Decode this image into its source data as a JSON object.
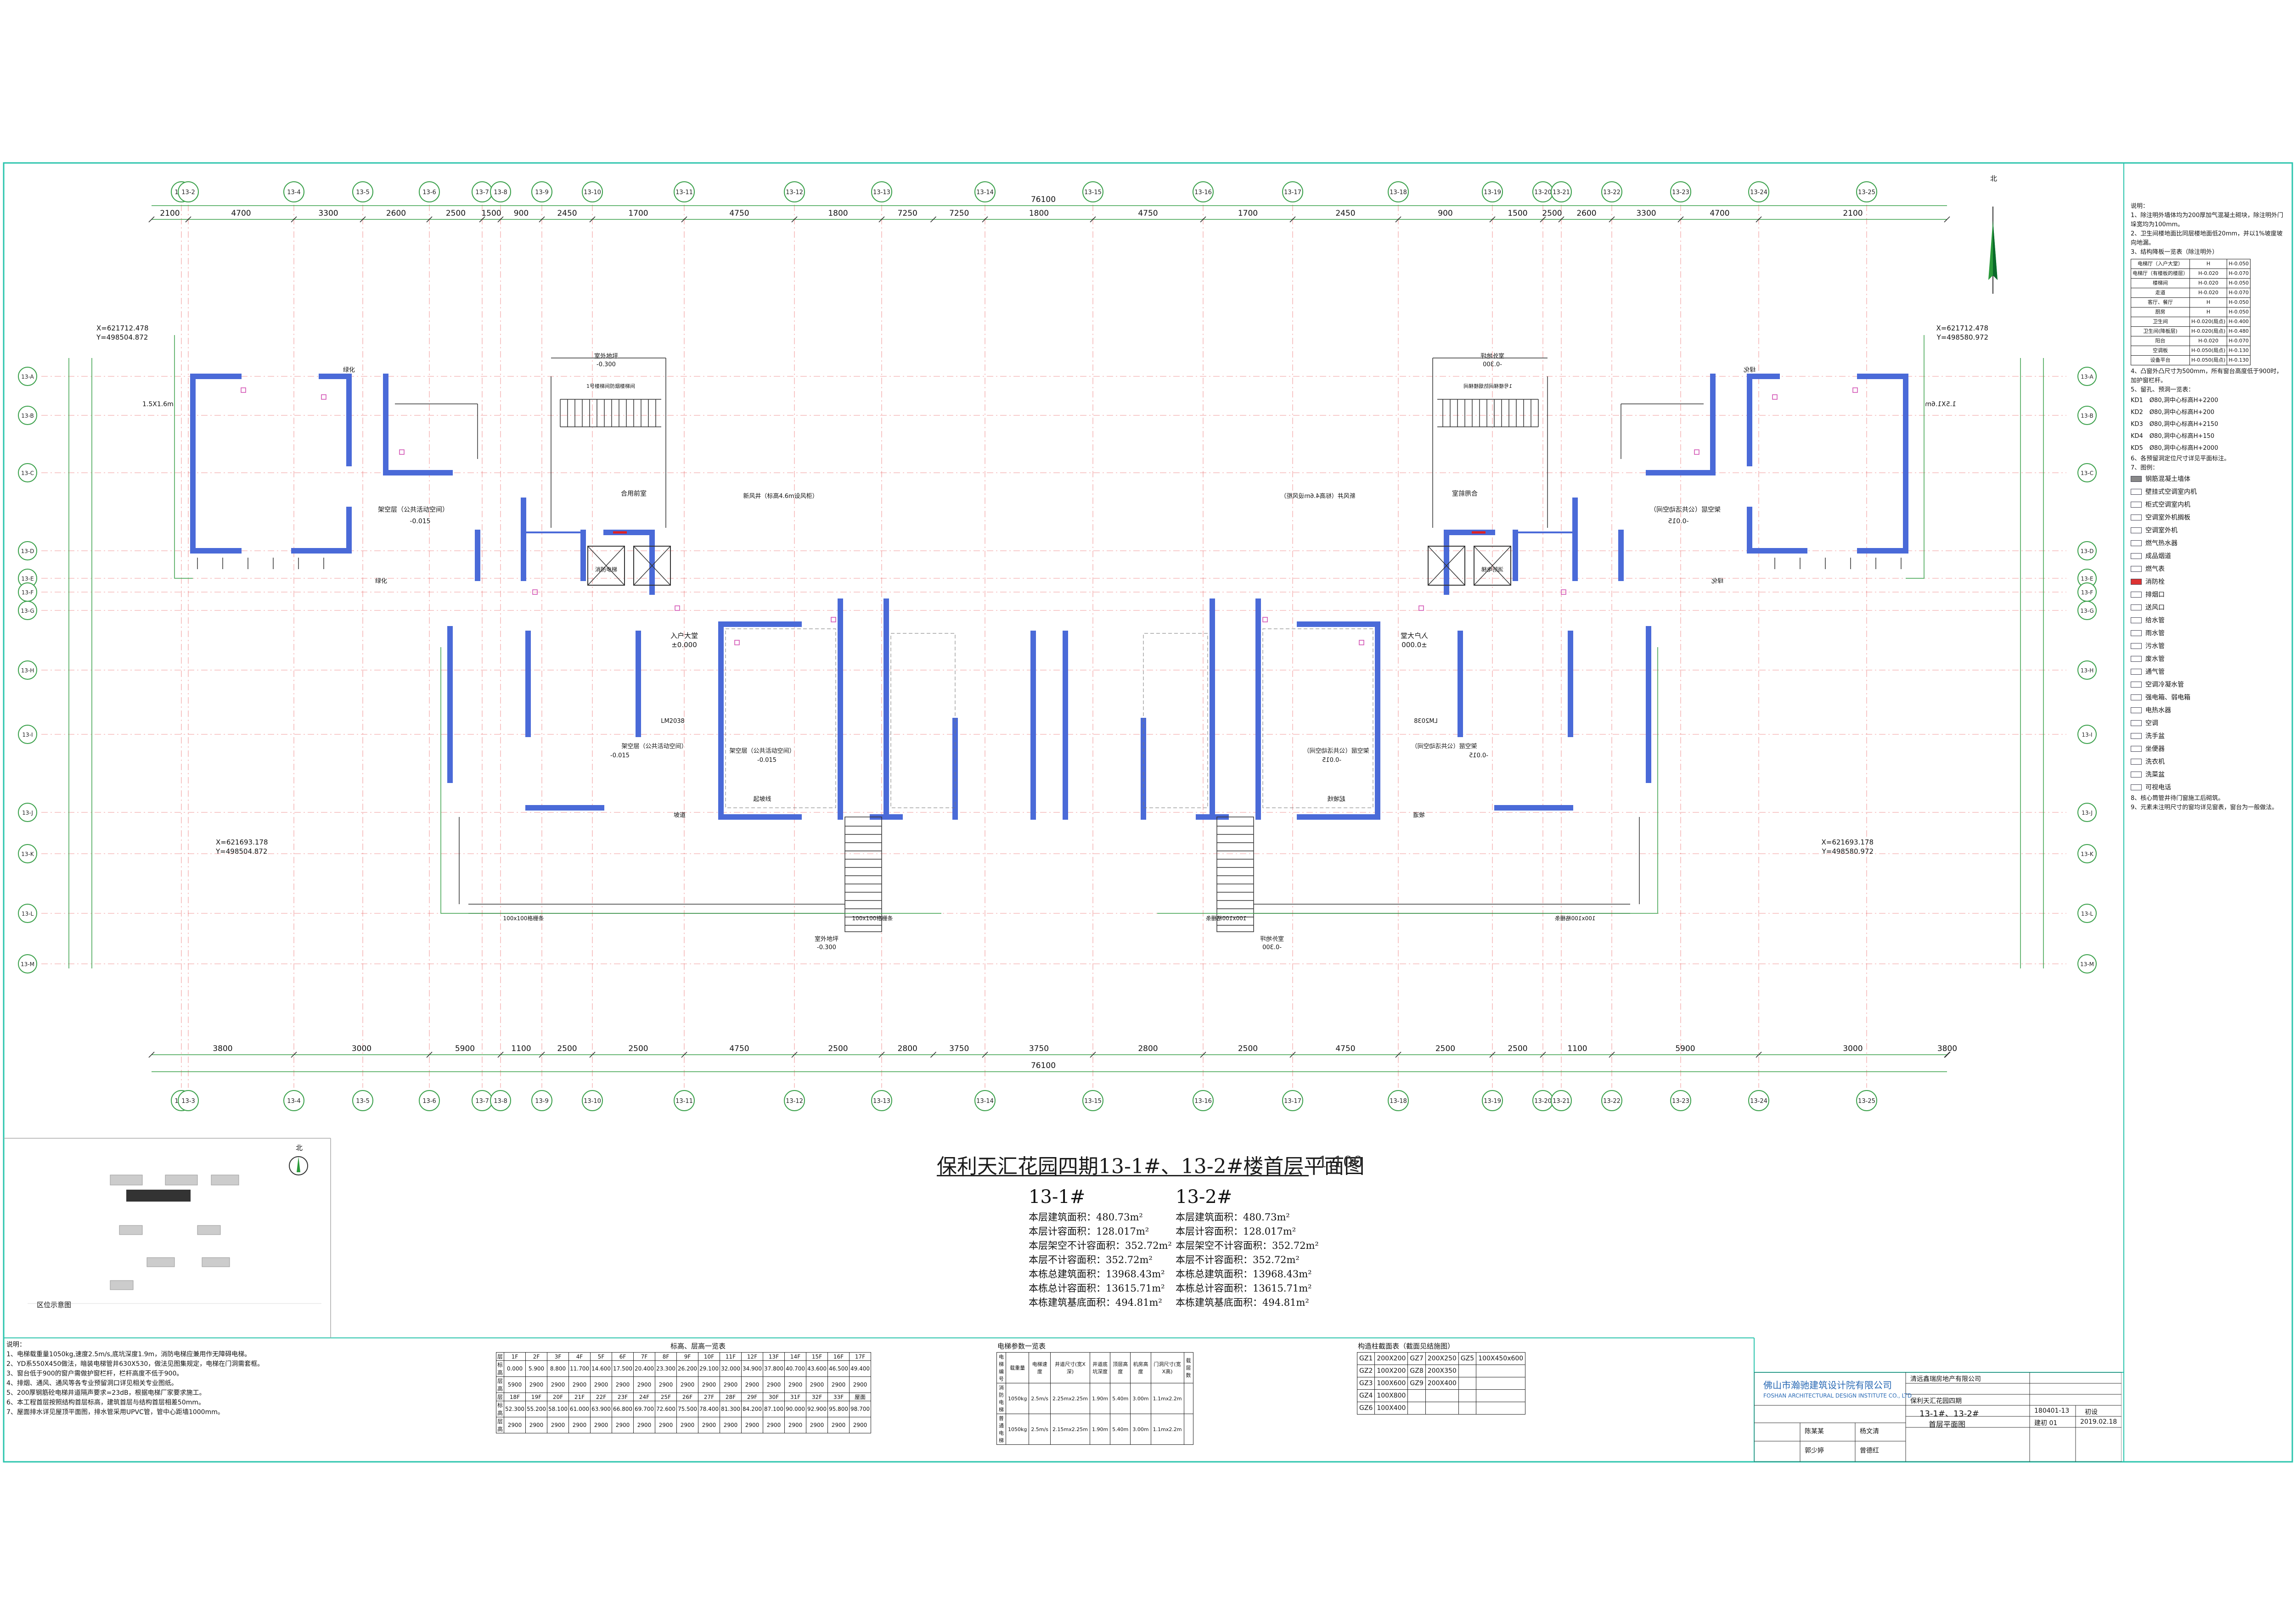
{
  "title": {
    "main": "保利天汇花园四期13-1#、13-2#楼首层平面图",
    "scale": "1:100"
  },
  "buildings": [
    {
      "name": "13-1#",
      "lines": [
        "本层建筑面积：480.73m²",
        "本层计容面积：128.017m²",
        "本层架空不计容面积：352.72m²",
        "本层不计容面积：352.72m²",
        "本栋总建筑面积：13968.43m²",
        "本栋总计容面积：13615.71m²",
        "本栋建筑基底面积：494.81m²"
      ]
    },
    {
      "name": "13-2#",
      "lines": [
        "本层建筑面积：480.73m²",
        "本层计容面积：128.017m²",
        "本层架空不计容面积：352.72m²",
        "本层不计容面积：352.72m²",
        "本栋总建筑面积：13968.43m²",
        "本栋总计容面积：13615.71m²",
        "本栋建筑基底面积：494.81m²"
      ]
    }
  ],
  "plan": {
    "total_dim": "76100",
    "top_dims": [
      "2100",
      "4700",
      "3300",
      "2600",
      "2500",
      "1500",
      "900",
      "2450",
      "1700",
      "4750",
      "1800",
      "7250",
      "7250",
      "1800",
      "4750",
      "1700",
      "2450",
      "900",
      "1500",
      "2500",
      "2600",
      "3300",
      "4700",
      "2100"
    ],
    "bottom_dims": [
      "3800",
      "3000",
      "5900",
      "1100",
      "2500",
      "2500",
      "4750",
      "2500",
      "2800",
      "3750",
      "3750",
      "2800",
      "2500",
      "4750",
      "2500",
      "2500",
      "1100",
      "5900",
      "3000",
      "3800"
    ],
    "axis_top": [
      "13-1",
      "13-2",
      "13-4",
      "13-5",
      "13-6",
      "13-7",
      "13-8",
      "13-9",
      "13-10",
      "13-11",
      "13-12",
      "13-13",
      "13-14",
      "13-15",
      "13-16",
      "13-17",
      "13-18",
      "13-19",
      "13-20",
      "13-21",
      "13-22",
      "13-23",
      "13-24",
      "13-25"
    ],
    "axis_bottom": [
      "13-1",
      "13-3",
      "13-4",
      "13-5",
      "13-6",
      "13-7",
      "13-8",
      "13-9",
      "13-10",
      "13-11",
      "13-12",
      "13-13",
      "13-14",
      "13-15",
      "13-16",
      "13-17",
      "13-18",
      "13-19",
      "13-20",
      "13-21",
      "13-22",
      "13-23",
      "13-24",
      "13-25"
    ],
    "axis_left": [
      "13-A",
      "13-B",
      "13-C",
      "13-D",
      "13-E",
      "13-F",
      "13-G",
      "13-H",
      "13-I",
      "13-J",
      "13-K",
      "13-L",
      "13-M"
    ],
    "coords": {
      "tl": [
        "X=621712.478",
        "Y=498504.872"
      ],
      "tr": [
        "X=621712.478",
        "Y=498580.972"
      ],
      "bl": [
        "X=621693.178",
        "Y=498504.872"
      ],
      "br": [
        "X=621693.178",
        "Y=498580.972"
      ]
    },
    "room_labels": {
      "void_left": "架空层（公共活动空间）",
      "void_elev": "-0.015",
      "entrance": "入户大堂",
      "entrance_elev": "±0.000",
      "fire_room": "合用前室",
      "elevator": "消防电梯",
      "stair": "1号楼梯间防烟楼梯间",
      "fan_duct": "新风井（标高4.6m设风柜）",
      "outdoor": "室外地坪",
      "outdoor_elev": "-0.300",
      "greenery": "绿化",
      "windbox": "1.5X1.6m",
      "lm": "LM2038",
      "slope": "坡道",
      "grill": "100x100格栅条",
      "edge": "起坡线"
    }
  },
  "right_notes": {
    "heading": "说明：",
    "items": [
      "1、除注明外墙体均为200厚加气混凝土砌块，除注明外门垛宽均为100mm。",
      "2、卫生间楼地面比同层楼地面低20mm，并以1%坡度坡向地漏。",
      "3、结构降板一览表（除注明外）",
      "4、凸窗外凸尺寸为500mm，所有窗台高度低于900时，加护窗栏杆。",
      "5、留孔、预洞一览表：",
      "6、各预留洞定位尺寸详见平面标注。",
      "7、图例："
    ],
    "levels": [
      [
        "电梯厅（入户大堂）",
        "H",
        "H-0.050"
      ],
      [
        "电梯厅（有楼板的楼层）",
        "H-0.020",
        "H-0.070"
      ],
      [
        "楼梯间",
        "H-0.020",
        "H-0.050"
      ],
      [
        "走道",
        "H-0.020",
        "H-0.070"
      ],
      [
        "客厅、餐厅",
        "H",
        "H-0.050"
      ],
      [
        "厨房",
        "H",
        "H-0.050"
      ],
      [
        "卫生间",
        "H-0.020(局点)",
        "H-0.400"
      ],
      [
        "卫生间(降板层)",
        "H-0.020(局点)",
        "H-0.480"
      ],
      [
        "阳台",
        "H-0.020",
        "H-0.070"
      ],
      [
        "空调板",
        "H-0.050(局点)",
        "H-0.130"
      ],
      [
        "设备平台",
        "H-0.050(局点)",
        "H-0.130"
      ]
    ],
    "holes": [
      [
        "KD1",
        "Ø80,洞中心标高H+2200"
      ],
      [
        "KD2",
        "Ø80,洞中心标高H+200"
      ],
      [
        "KD3",
        "Ø80,洞中心标高H+2150"
      ],
      [
        "KD4",
        "Ø80,洞中心标高H+150"
      ],
      [
        "KD5",
        "Ø80,洞中心标高H+2000"
      ]
    ],
    "legend": [
      "钢筋混凝土墙体",
      "壁挂式空调室内机",
      "柜式空调室内机",
      "空调室外机搁板",
      "空调室外机",
      "燃气热水器",
      "成品烟道",
      "燃气表",
      "消防栓",
      "排烟口",
      "送风口",
      "给水管",
      "雨水管",
      "污水管",
      "废水管",
      "通气管",
      "空调冷凝水管",
      "强电箱、弱电箱",
      "电热水器",
      "空调",
      "洗手盆",
      "坐便器",
      "洗衣机",
      "洗菜盆",
      "可视电话"
    ],
    "footer_notes": [
      "8、核心筒管井待门窗施工后砌筑。",
      "9、元素未注明尺寸的窗均详见窗表，窗台为一般做法。"
    ]
  },
  "bottom_notes": {
    "heading": "说明：",
    "items": [
      "1、电梯载重量1050kg,速度2.5m/s,底坑深度1.9m，消防电梯应兼用作无障碍电梯。",
      "2、YD系550X450做法，暗装电梯管井630X530，做法见图集规定，电梯在门洞需套框。",
      "3、窗台低于900的窗户需做护窗栏杆，栏杆高度不低于900。",
      "4、排烟、通风、通风等各专业预留洞口详见相关专业图纸。",
      "5、200厚钢筋砼电梯井道隔声要求=23dB，根据电梯厂家要求施工。",
      "6、本工程首层按照结构首层标高，建筑首层与结构首层相差50mm。",
      "7、屋面排水详见屋顶平面图，排水管采用UPVC管，管中心距墙1000mm。"
    ]
  },
  "tables": {
    "floor_heading": "标高、层高一览表",
    "floors_row1": [
      "层",
      "1F",
      "2F",
      "3F",
      "4F",
      "5F",
      "6F",
      "7F",
      "8F",
      "9F",
      "10F",
      "11F",
      "12F",
      "13F",
      "14F",
      "15F",
      "16F",
      "17F"
    ],
    "elev_row1": [
      "标高",
      "0.000",
      "5.900",
      "8.800",
      "11.700",
      "14.600",
      "17.500",
      "20.400",
      "23.300",
      "26.200",
      "29.100",
      "32.000",
      "34.900",
      "37.800",
      "40.700",
      "43.600",
      "46.500",
      "49.400"
    ],
    "height_row1": [
      "层高",
      "5900",
      "2900",
      "2900",
      "2900",
      "2900",
      "2900",
      "2900",
      "2900",
      "2900",
      "2900",
      "2900",
      "2900",
      "2900",
      "2900",
      "2900",
      "2900",
      "2900"
    ],
    "floors_row2": [
      "层",
      "18F",
      "19F",
      "20F",
      "21F",
      "22F",
      "23F",
      "24F",
      "25F",
      "26F",
      "27F",
      "28F",
      "29F",
      "30F",
      "31F",
      "32F",
      "33F",
      "屋面"
    ],
    "elev_row2": [
      "标高",
      "52.300",
      "55.200",
      "58.100",
      "61.000",
      "63.900",
      "66.800",
      "69.700",
      "72.600",
      "75.500",
      "78.400",
      "81.300",
      "84.200",
      "87.100",
      "90.000",
      "92.900",
      "95.800",
      "98.700"
    ],
    "height_row2": [
      "层高",
      "2900",
      "2900",
      "2900",
      "2900",
      "2900",
      "2900",
      "2900",
      "2900",
      "2900",
      "2900",
      "2900",
      "2900",
      "2900",
      "2900",
      "2900",
      "2900",
      "2900"
    ],
    "elevator_heading": "电梯参数一览表",
    "elevator_head": [
      "电梯编号",
      "载重量",
      "电梯速度",
      "井道尺寸(宽X深)",
      "井道底坑深度",
      "顶层高度",
      "机房高度",
      "门洞尺寸(宽X高)",
      "载层数"
    ],
    "elevator_rows": [
      [
        "消防电梯",
        "1050kg",
        "2.5m/s",
        "2.25mx2.25m",
        "1.90m",
        "5.40m",
        "3.00m",
        "1.1mx2.2m",
        ""
      ],
      [
        "普通电梯",
        "1050kg",
        "2.5m/s",
        "2.15mx2.25m",
        "1.90m",
        "5.40m",
        "3.00m",
        "1.1mx2.2m",
        ""
      ]
    ],
    "column_heading": "构造柱截面表（截面见结施图）",
    "columns": [
      [
        "GZ1",
        "200X200",
        "GZ7",
        "200X250",
        "GZ5",
        "100X450x600"
      ],
      [
        "GZ2",
        "100X200",
        "GZ8",
        "200X350",
        "",
        ""
      ],
      [
        "GZ3",
        "100X600",
        "GZ9",
        "200X400",
        "",
        ""
      ],
      [
        "GZ4",
        "100X800",
        "",
        "",
        "",
        ""
      ],
      [
        "GZ6",
        "100X400",
        "",
        "",
        "",
        ""
      ]
    ]
  },
  "titleblock": {
    "company": "佛山市瀚驰建筑设计院有限公司",
    "company_en": "FOSHAN ARCHITECTURAL DESIGN INSTITUTE CO., LTD",
    "client": "清远鑫瑞房地产有限公司",
    "project": "保利天汇花园四期",
    "building": "13-1#、13-2#",
    "drawing": "首层平面图",
    "project_no": "180401-13",
    "drawing_no": "建初 01",
    "date": "2019.02.18",
    "stage": "初设",
    "names": [
      "陈某某",
      "杨文清",
      "郭少婷",
      "曾德红"
    ]
  },
  "location_map": {
    "caption": "区位示意图",
    "north": "北"
  },
  "north_label": "北"
}
